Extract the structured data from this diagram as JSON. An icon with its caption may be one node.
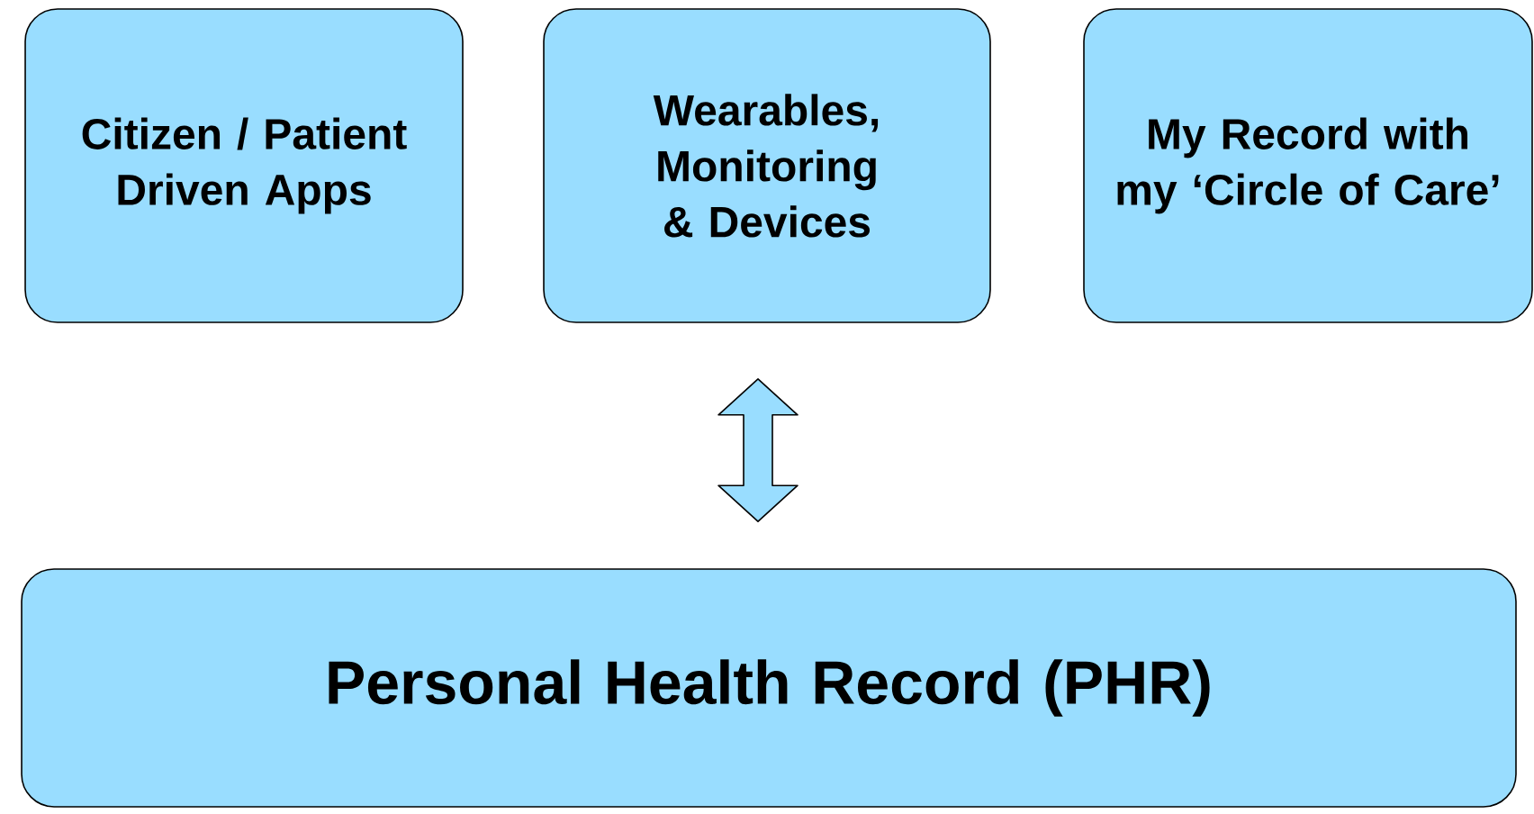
{
  "diagram": {
    "nodes": [
      {
        "text": [
          "Citizen / Patient Driven Apps"
        ]
      },
      {
        "text": [
          "Wearables, Monitoring & Devices"
        ]
      },
      {
        "text": [
          "My Record with my ‘Circle of Care’"
        ]
      },
      {
        "text": [
          "Personal Health Record (PHR)"
        ]
      }
    ],
    "edges": [
      {
        "from": 1,
        "to": 3,
        "arrow": "both"
      }
    ]
  }
}
